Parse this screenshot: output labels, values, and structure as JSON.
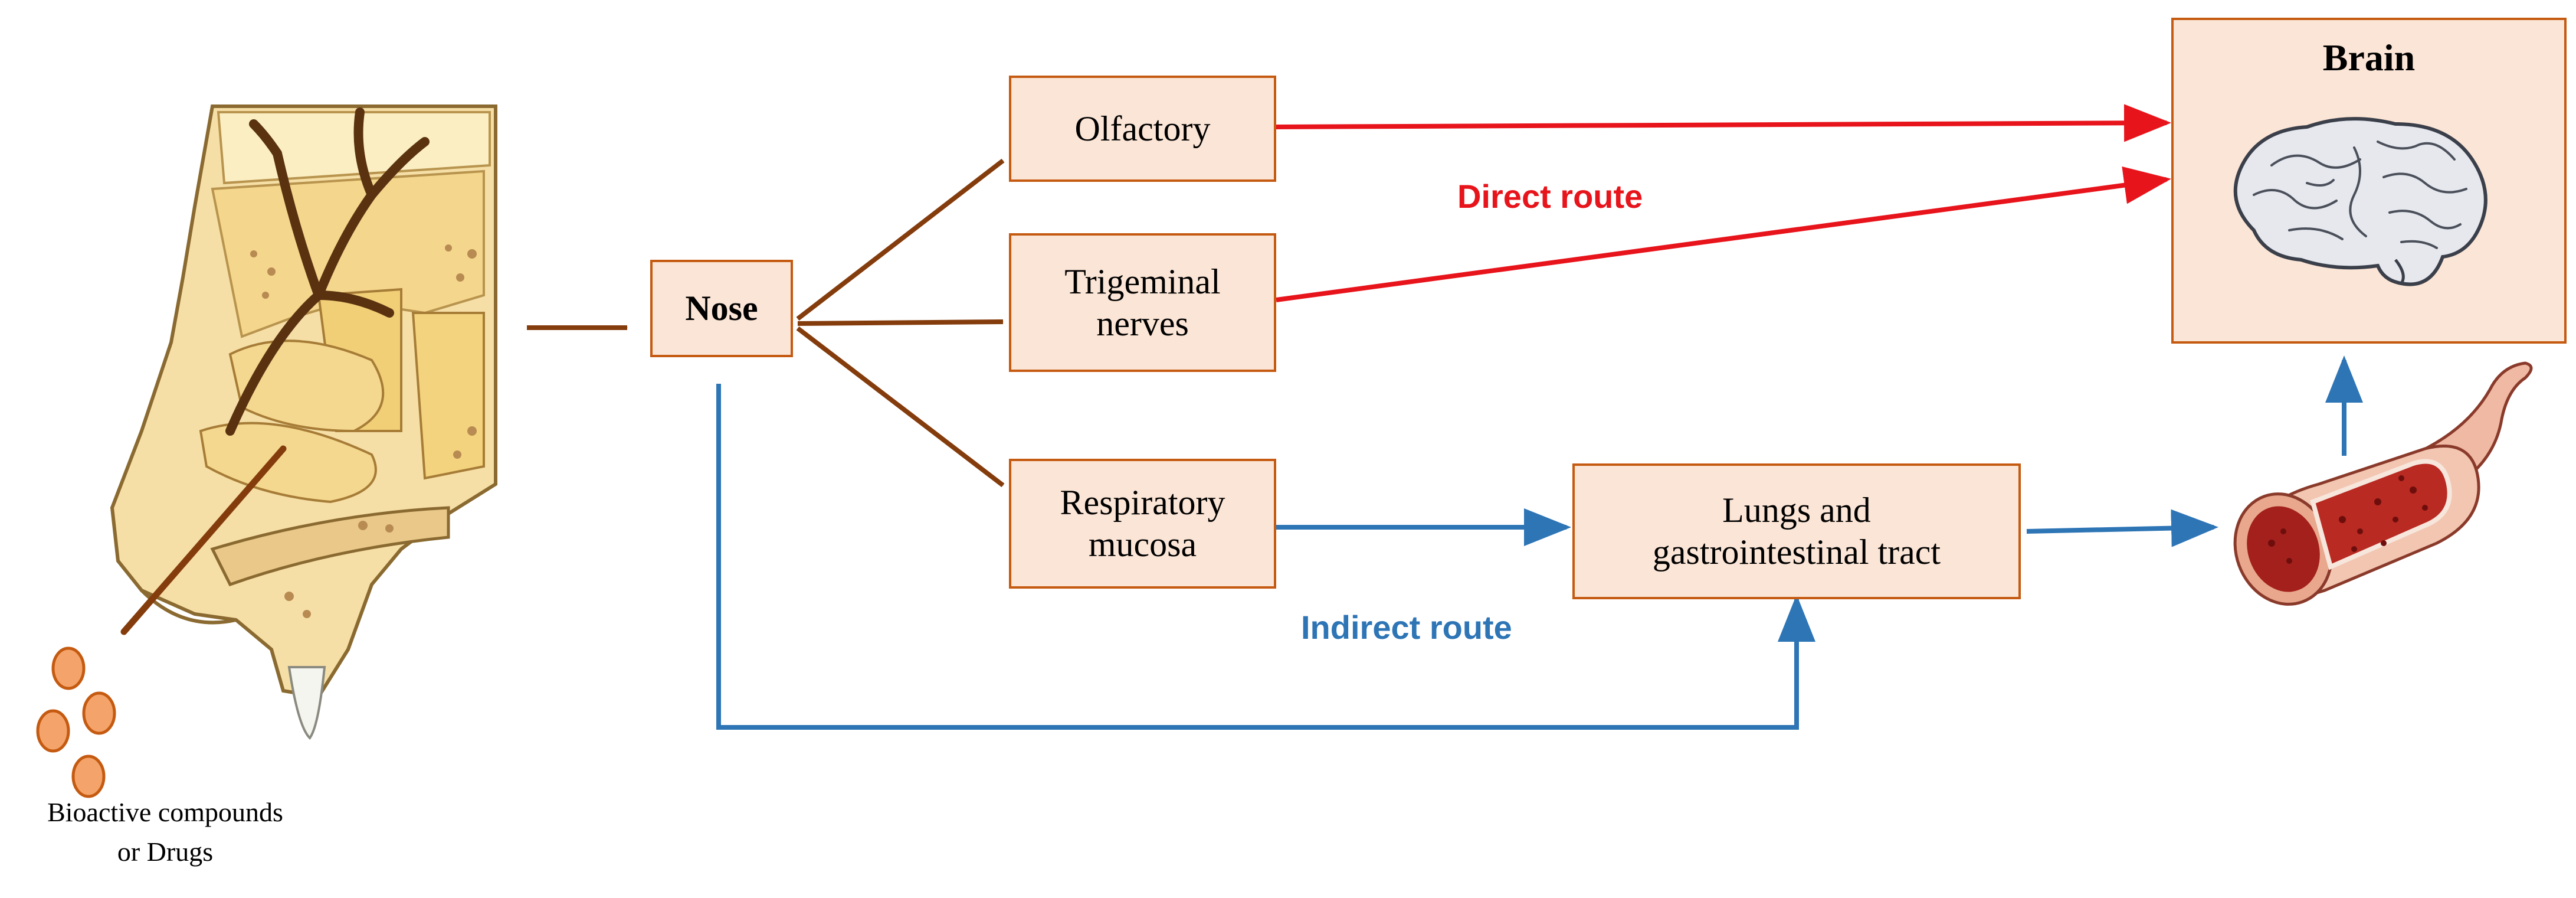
{
  "nodes": {
    "nose": "Nose",
    "olfactory": "Olfactory",
    "trigeminal": "Trigeminal\nnerves",
    "respiratory": "Respiratory\nmucosa",
    "lungs": "Lungs and\ngastrointestinal tract",
    "brain": "Brain"
  },
  "labels": {
    "direct_route": "Direct route",
    "indirect_route": "Indirect route",
    "compounds": "Bioactive compounds\nor Drugs"
  },
  "colors": {
    "box_fill": "#fbe5d6",
    "box_border": "#c55a11",
    "brown_arrow": "#843c0c",
    "direct_red": "#e8141c",
    "indirect_blue": "#2e75b6"
  },
  "icons": {
    "nasal": "nasal-cavity-illustration",
    "brain": "brain-illustration",
    "vessel": "blood-vessel-illustration",
    "particles": "drug-particle-icons"
  }
}
